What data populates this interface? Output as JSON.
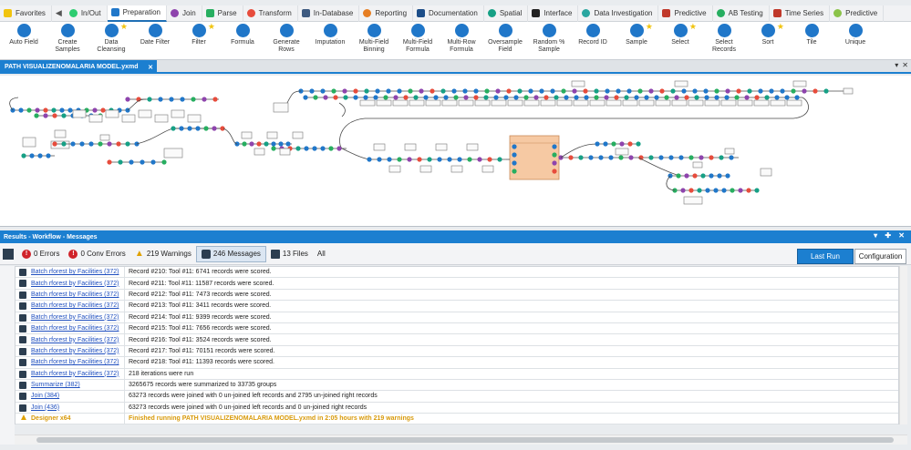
{
  "categories": [
    {
      "label": "Favorites",
      "color": "#f1c40f",
      "active": false
    },
    {
      "label": "In/Out",
      "color": "#2ecc71",
      "active": false
    },
    {
      "label": "Preparation",
      "color": "#2077c9",
      "active": true
    },
    {
      "label": "Join",
      "color": "#8e44ad",
      "active": false
    },
    {
      "label": "Parse",
      "color": "#27ae60",
      "active": false
    },
    {
      "label": "Transform",
      "color": "#e74c3c",
      "active": false
    },
    {
      "label": "In-Database",
      "color": "#3d5a80",
      "active": false
    },
    {
      "label": "Reporting",
      "color": "#e67e22",
      "active": false
    },
    {
      "label": "Documentation",
      "color": "#1d4e89",
      "active": false
    },
    {
      "label": "Spatial",
      "color": "#16a085",
      "active": false
    },
    {
      "label": "Interface",
      "color": "#222222",
      "active": false
    },
    {
      "label": "Data Investigation",
      "color": "#2aa6a0",
      "active": false
    },
    {
      "label": "Predictive",
      "color": "#c0392b",
      "active": false
    },
    {
      "label": "AB Testing",
      "color": "#27ae60",
      "active": false
    },
    {
      "label": "Time Series",
      "color": "#c0392b",
      "active": false
    },
    {
      "label": "Predictive",
      "color": "#8bc34a",
      "active": false
    }
  ],
  "tools": [
    {
      "label": "Auto Field",
      "color": "#2077c9",
      "star": false
    },
    {
      "label": "Create\nSamples",
      "color": "#2077c9",
      "star": false
    },
    {
      "label": "Data\nCleansing",
      "color": "#2077c9",
      "star": true
    },
    {
      "label": "Date Filter",
      "color": "#2077c9",
      "star": false
    },
    {
      "label": "Filter",
      "color": "#2077c9",
      "star": true
    },
    {
      "label": "Formula",
      "color": "#2077c9",
      "star": false
    },
    {
      "label": "Generate\nRows",
      "color": "#2077c9",
      "star": false
    },
    {
      "label": "Imputation",
      "color": "#2077c9",
      "star": false
    },
    {
      "label": "Multi-Field\nBinning",
      "color": "#2077c9",
      "star": false
    },
    {
      "label": "Multi-Field\nFormula",
      "color": "#2077c9",
      "star": false
    },
    {
      "label": "Multi-Row\nFormula",
      "color": "#2077c9",
      "star": false
    },
    {
      "label": "Oversample\nField",
      "color": "#2077c9",
      "star": false
    },
    {
      "label": "Random %\nSample",
      "color": "#2077c9",
      "star": false
    },
    {
      "label": "Record ID",
      "color": "#2077c9",
      "star": false
    },
    {
      "label": "Sample",
      "color": "#2077c9",
      "star": true
    },
    {
      "label": "Select",
      "color": "#2077c9",
      "star": true
    },
    {
      "label": "Select\nRecords",
      "color": "#2077c9",
      "star": false
    },
    {
      "label": "Sort",
      "color": "#2077c9",
      "star": true
    },
    {
      "label": "Tile",
      "color": "#2077c9",
      "star": false
    },
    {
      "label": "Unique",
      "color": "#2077c9",
      "star": false
    }
  ],
  "document": {
    "tab_title": "PATH VISUALIZENOMALARIA MODEL.yxmd"
  },
  "results": {
    "header": "Results - Workflow - Messages",
    "filters": {
      "errors": "0 Errors",
      "conv_errors": "0 Conv Errors",
      "warnings": "219 Warnings",
      "messages": "246 Messages",
      "files": "13 Files",
      "all": "All"
    },
    "last_run": "Last Run",
    "configuration": "Configuration",
    "rows": [
      {
        "source": "Batch rforest by Facilities (372)",
        "text": "Record #210: Tool #11: 6741 records were scored.",
        "type": "msg"
      },
      {
        "source": "Batch rforest by Facilities (372)",
        "text": "Record #211: Tool #11: 11587 records were scored.",
        "type": "msg"
      },
      {
        "source": "Batch rforest by Facilities (372)",
        "text": "Record #212: Tool #11: 7473 records were scored.",
        "type": "msg"
      },
      {
        "source": "Batch rforest by Facilities (372)",
        "text": "Record #213: Tool #11: 3411 records were scored.",
        "type": "msg"
      },
      {
        "source": "Batch rforest by Facilities (372)",
        "text": "Record #214: Tool #11: 9399 records were scored.",
        "type": "msg"
      },
      {
        "source": "Batch rforest by Facilities (372)",
        "text": "Record #215: Tool #11: 7656 records were scored.",
        "type": "msg"
      },
      {
        "source": "Batch rforest by Facilities (372)",
        "text": "Record #216: Tool #11: 3524 records were scored.",
        "type": "msg"
      },
      {
        "source": "Batch rforest by Facilities (372)",
        "text": "Record #217: Tool #11: 70151 records were scored.",
        "type": "msg"
      },
      {
        "source": "Batch rforest by Facilities (372)",
        "text": "Record #218: Tool #11: 11393 records were scored.",
        "type": "msg"
      },
      {
        "source": "Batch rforest by Facilities (372)",
        "text": "218 iterations were run",
        "type": "msg"
      },
      {
        "source": "Summarize (382)",
        "text": "3265675 records were summarized to 33735 groups",
        "type": "msg"
      },
      {
        "source": "Join (384)",
        "text": "63273 records were joined with 0 un-joined left records and 2795 un-joined right records",
        "type": "msg"
      },
      {
        "source": "Join (436)",
        "text": "63273 records were joined with 0 un-joined left records and 0 un-joined right records",
        "type": "msg"
      },
      {
        "source": "Designer x64",
        "text": "Finished running PATH VISUALIZENOMALARIA MODEL.yxmd in 2:05 hours with 219 warnings",
        "type": "warn"
      }
    ]
  }
}
